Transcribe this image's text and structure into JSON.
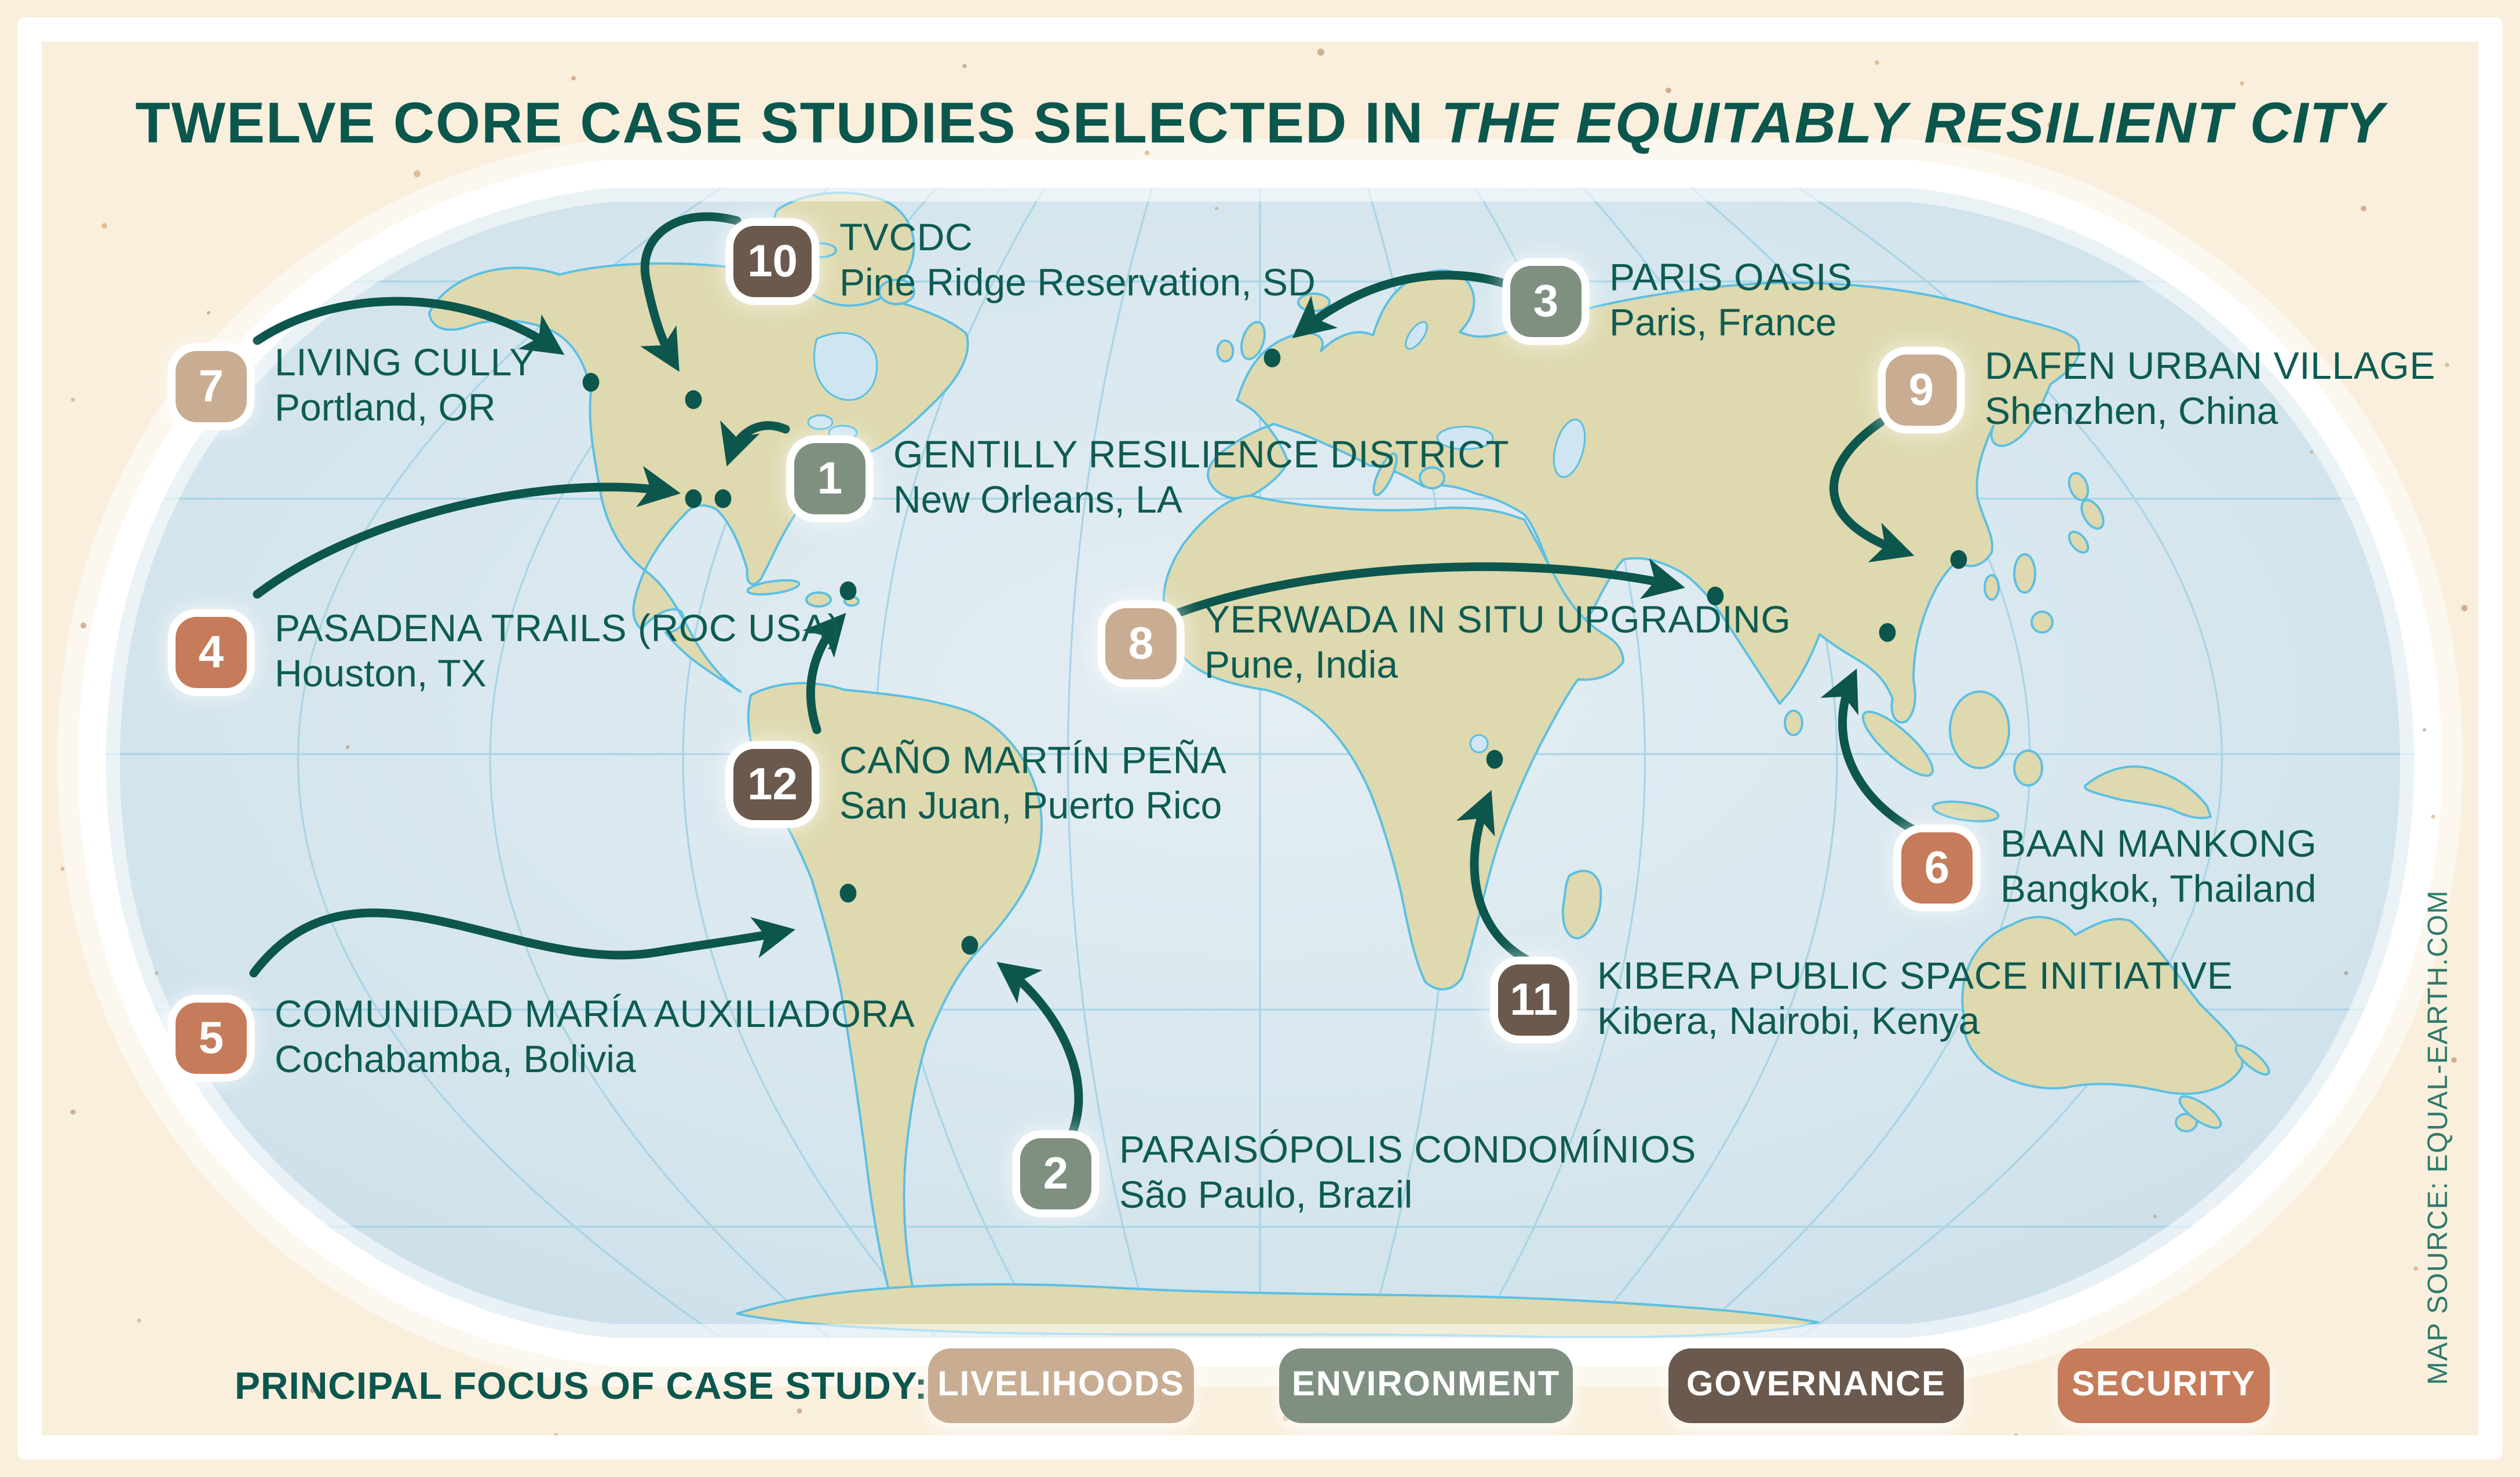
{
  "title": {
    "prefix": "TWELVE CORE CASE STUDIES SELECTED IN ",
    "italic": "THE EQUITABLY RESILIENT CITY"
  },
  "colors": {
    "teal_text": "#0b564d",
    "teal_marker": "#0c564d",
    "livelihoods": "#c9ad92",
    "environment": "#7f9081",
    "governance": "#6a594c",
    "security": "#c67c5a",
    "ocean": "#cfe2eb",
    "land": "#ded9ae",
    "coastline": "#5bbfe3",
    "paper": "#f9efdc"
  },
  "cases": [
    {
      "number": "1",
      "name": "GENTILLY RESILIENCE DISTRICT",
      "city": "New Orleans, LA",
      "focus": "environment"
    },
    {
      "number": "2",
      "name": "PARAISÓPOLIS CONDOMÍNIOS",
      "city": "São Paulo, Brazil",
      "focus": "environment"
    },
    {
      "number": "3",
      "name": "PARIS OASIS",
      "city": "Paris, France",
      "focus": "environment"
    },
    {
      "number": "4",
      "name": "PASADENA TRAILS (ROC USA)",
      "city": "Houston, TX",
      "focus": "security"
    },
    {
      "number": "5",
      "name": "COMUNIDAD MARÍA AUXILIADORA",
      "city": "Cochabamba, Bolivia",
      "focus": "security"
    },
    {
      "number": "6",
      "name": "BAAN MANKONG",
      "city": "Bangkok, Thailand",
      "focus": "security"
    },
    {
      "number": "7",
      "name": "LIVING CULLY",
      "city": "Portland, OR",
      "focus": "livelihoods"
    },
    {
      "number": "8",
      "name": "YERWADA IN SITU UPGRADING",
      "city": "Pune, India",
      "focus": "livelihoods"
    },
    {
      "number": "9",
      "name": "DAFEN URBAN VILLAGE",
      "city": "Shenzhen, China",
      "focus": "livelihoods"
    },
    {
      "number": "10",
      "name": "TVCDC",
      "city": "Pine Ridge Reservation, SD",
      "focus": "governance"
    },
    {
      "number": "11",
      "name": "KIBERA PUBLIC SPACE INITIATIVE",
      "city": "Kibera, Nairobi, Kenya",
      "focus": "governance"
    },
    {
      "number": "12",
      "name": "CAÑO MARTÍN PEÑA",
      "city": "San Juan, Puerto Rico",
      "focus": "governance"
    }
  ],
  "legend": {
    "label": "PRINCIPAL FOCUS OF CASE STUDY:",
    "items": [
      {
        "label": "LIVELIHOODS",
        "focus": "livelihoods"
      },
      {
        "label": "ENVIRONMENT",
        "focus": "environment"
      },
      {
        "label": "GOVERNANCE",
        "focus": "governance"
      },
      {
        "label": "SECURITY",
        "focus": "security"
      }
    ]
  },
  "map_source": "MAP SOURCE: EQUAL-EARTH.COM"
}
